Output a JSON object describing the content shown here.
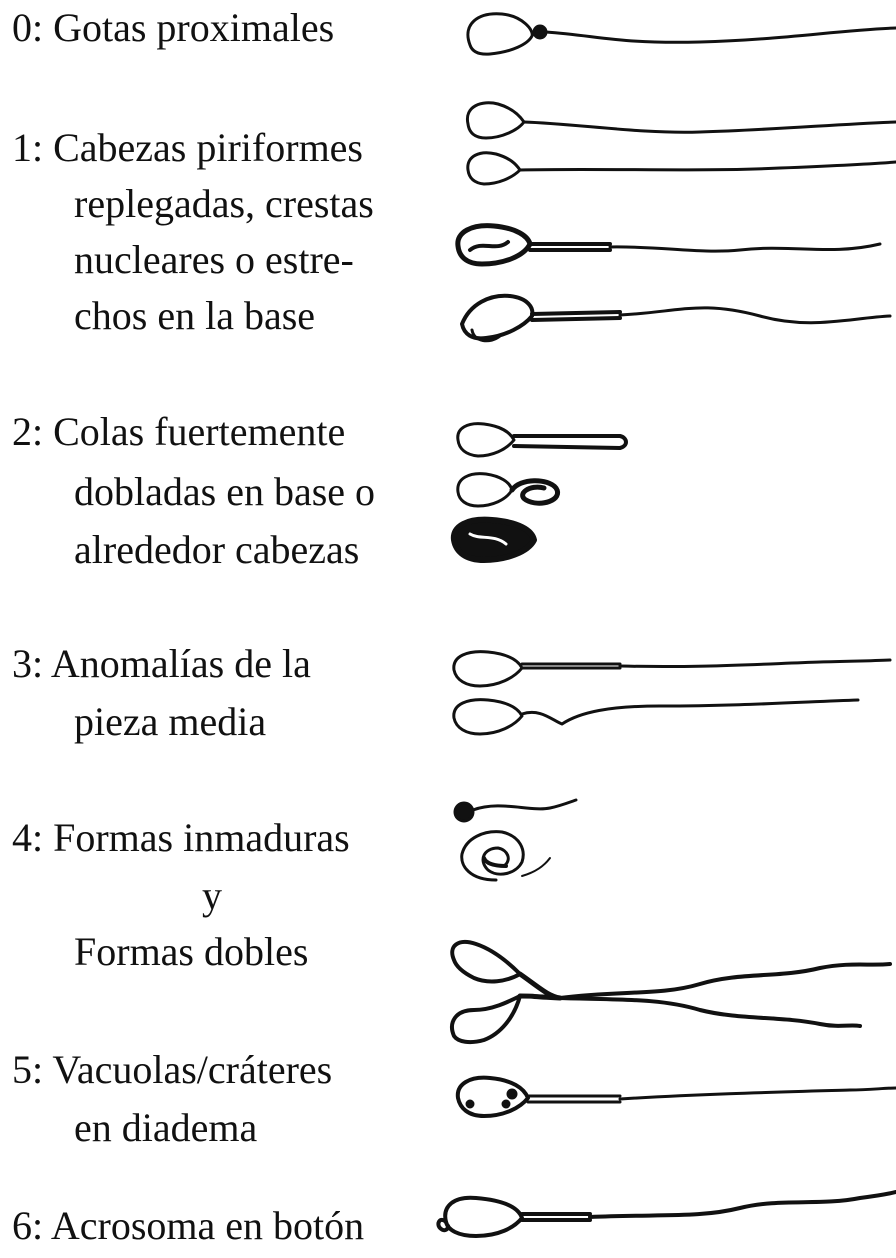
{
  "figure": {
    "stroke_color": "#111111",
    "background_color": "#ffffff",
    "categories": [
      {
        "id": "0",
        "lines": [
          "0: Gotas proximales"
        ]
      },
      {
        "id": "1",
        "lines": [
          "1: Cabezas piriformes",
          "replegadas, crestas",
          "nucleares o estre-",
          "chos en la base"
        ]
      },
      {
        "id": "2",
        "lines": [
          "2: Colas fuertemente",
          "dobladas en base o",
          "alrededor cabezas"
        ]
      },
      {
        "id": "3",
        "lines": [
          "3: Anomalías de la",
          "pieza media"
        ]
      },
      {
        "id": "4",
        "lines": [
          "4: Formas inmaduras",
          "y",
          "Formas dobles"
        ]
      },
      {
        "id": "5",
        "lines": [
          "5: Vacuolas/cráteres",
          "en diadema"
        ]
      },
      {
        "id": "6",
        "lines": [
          "6: Acrosoma en botón"
        ]
      }
    ]
  }
}
